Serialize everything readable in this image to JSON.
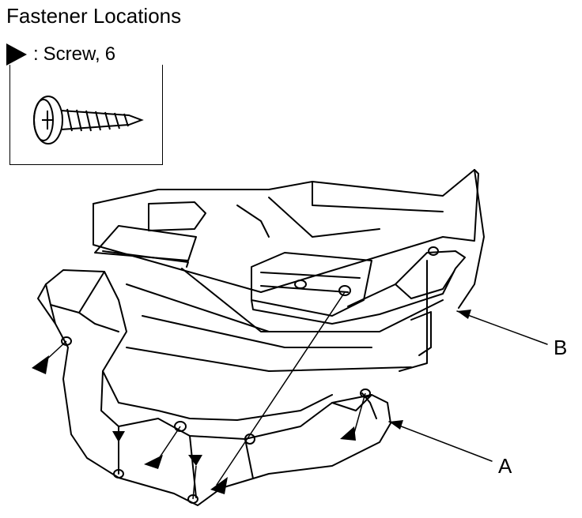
{
  "title": "Fastener Locations",
  "legend": {
    "separator": ":",
    "label": "Screw,",
    "count": "6"
  },
  "callouts": {
    "a": "A",
    "b": "B"
  }
}
